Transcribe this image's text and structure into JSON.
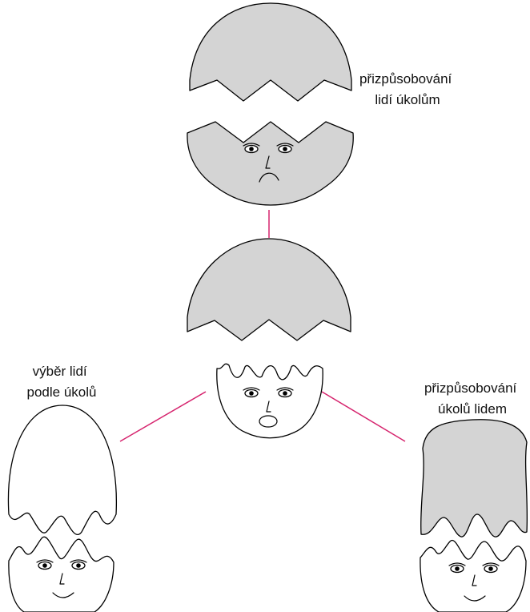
{
  "labels": {
    "top": [
      "přizpůsobování",
      "lidí úkolům"
    ],
    "left": [
      "výběr lidí",
      "podle úkolů"
    ],
    "right": [
      "přizpůsobování",
      "úkolů lidem"
    ]
  },
  "colors": {
    "connector": "#d6246e",
    "shell_fill_gray": "#d4d4d4",
    "shell_fill_white": "#ffffff",
    "outline": "#000000"
  },
  "figures": [
    {
      "id": "top",
      "shell": "gray",
      "expression": "frown"
    },
    {
      "id": "center",
      "shell": "gray",
      "expression": "surprised"
    },
    {
      "id": "left",
      "shell": "white",
      "expression": "smile"
    },
    {
      "id": "right",
      "shell": "gray",
      "expression": "smile"
    }
  ]
}
